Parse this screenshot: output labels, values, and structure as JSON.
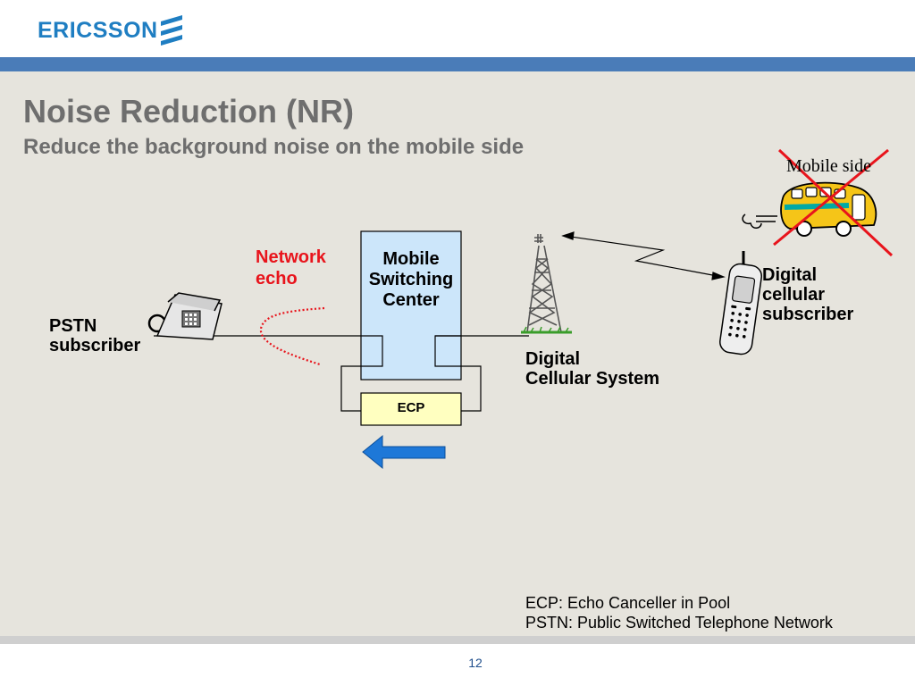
{
  "brand": {
    "name": "ERICSSON",
    "color": "#1f7ec2",
    "logo_icon": "ericsson-stripes-icon"
  },
  "slide": {
    "title": "Noise Reduction (NR)",
    "subtitle": "Reduce the background noise on the mobile side",
    "page_number": "12"
  },
  "diagram": {
    "pstn_subscriber": [
      "PSTN",
      "subscriber"
    ],
    "network_echo": [
      "Network",
      "echo"
    ],
    "msc": [
      "Mobile",
      "Switching",
      "Center"
    ],
    "ecp": "ECP",
    "digital_cellular_system": [
      "Digital",
      "Cellular System"
    ],
    "digital_cellular_subscriber": [
      "Digital",
      "cellular",
      "subscriber"
    ],
    "mobile_side": "Mobile side",
    "icons": [
      "desk-phone-icon",
      "radio-tower-icon",
      "mobile-phone-icon",
      "bus-icon",
      "crossed-out-icon",
      "left-arrow-icon"
    ]
  },
  "legend": [
    "ECP: Echo Canceller in Pool",
    "PSTN: Public Switched Telephone Network"
  ],
  "colors": {
    "accent_blue": "#4a7cb8",
    "echo_red": "#e8141c",
    "msc_fill": "#cce6fa",
    "ecp_fill": "#ffffc0",
    "arrow_blue": "#1e78d8"
  }
}
